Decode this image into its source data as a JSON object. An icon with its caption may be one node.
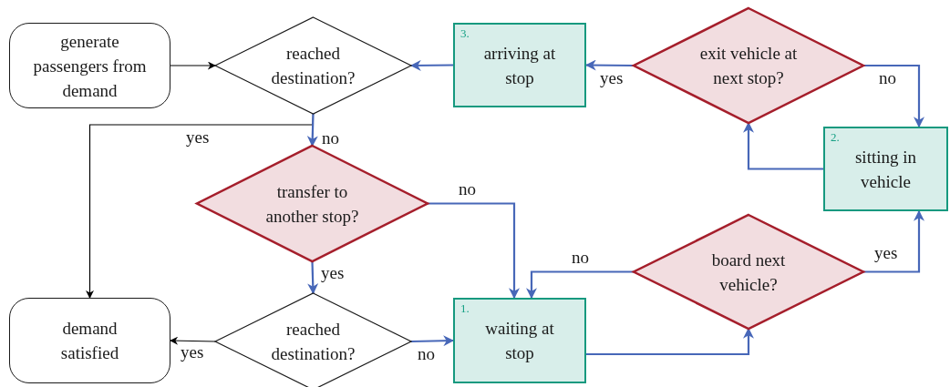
{
  "diagram": {
    "nodes": [
      {
        "text": [
          "generate passengers from demand"
        ]
      },
      {
        "text": [
          "reached destination?"
        ]
      },
      {
        "text": [
          "3.",
          "arriving at stop"
        ]
      },
      {
        "text": [
          "exit vehicle at next stop?"
        ]
      },
      {
        "text": [
          "2.",
          "sitting in vehicle"
        ]
      },
      {
        "text": [
          "transfer to another stop?"
        ]
      },
      {
        "text": [
          "board next vehicle?"
        ]
      },
      {
        "text": [
          "demand satisfied"
        ]
      },
      {
        "text": [
          "reached destination?"
        ]
      },
      {
        "text": [
          "1.",
          "waiting at stop"
        ]
      }
    ],
    "edges": [
      {
        "from": 0,
        "to": 1,
        "arrow": "to",
        "color": "#000000"
      },
      {
        "from": 2,
        "to": 1,
        "arrow": "to"
      },
      {
        "from": 1,
        "to": 7,
        "arrow": "to",
        "label": "yes",
        "color": "#000000"
      },
      {
        "from": 1,
        "to": 5,
        "arrow": "to",
        "label": "no"
      },
      {
        "from": 3,
        "to": 2,
        "arrow": "to",
        "label": "yes"
      },
      {
        "from": 3,
        "to": 4,
        "arrow": "to",
        "label": "no"
      },
      {
        "from": 4,
        "to": 3,
        "arrow": "to"
      },
      {
        "from": 5,
        "to": 9,
        "arrow": "to",
        "label": "no"
      },
      {
        "from": 5,
        "to": 8,
        "arrow": "to",
        "label": "yes"
      },
      {
        "from": 6,
        "to": 9,
        "arrow": "to",
        "label": "no"
      },
      {
        "from": 6,
        "to": 4,
        "arrow": "to",
        "label": "yes"
      },
      {
        "from": 8,
        "to": 7,
        "arrow": "to",
        "label": "yes",
        "color": "#000000"
      },
      {
        "from": 8,
        "to": 9,
        "arrow": "to",
        "label": "no"
      },
      {
        "from": 9,
        "to": 6,
        "arrow": "to"
      }
    ]
  }
}
